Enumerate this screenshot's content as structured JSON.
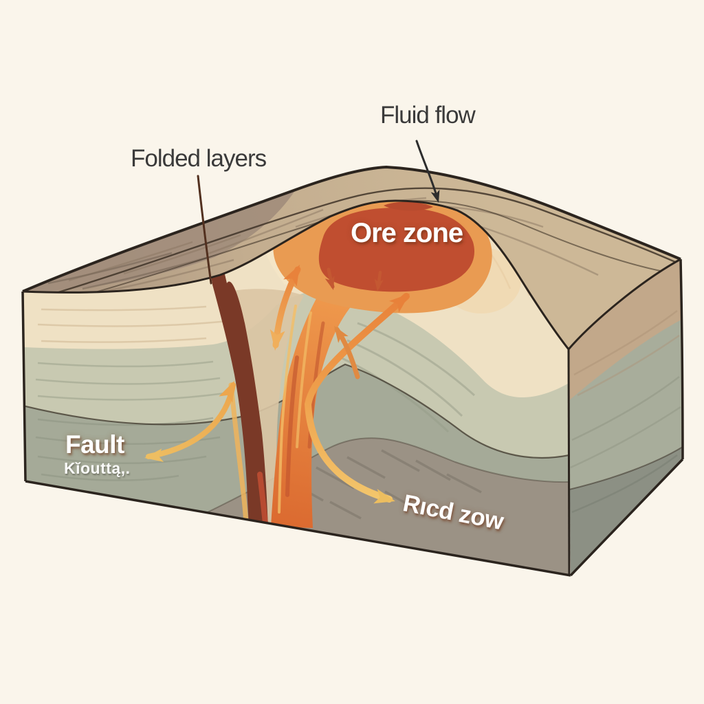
{
  "labels": {
    "fluid_flow": {
      "text": "Fluid flow"
    },
    "folded_layers": {
      "text": "Folded layers"
    },
    "ore_zone": {
      "text": "Ore zone"
    },
    "fault": {
      "text": "Fault"
    },
    "fault_subtext": {
      "text": "Kĭouttą,."
    },
    "fluid_zone": {
      "text": "Rıcd zow"
    }
  },
  "colors": {
    "background": "#FAF5EB",
    "outline": "#2B241E",
    "label_dark": "#3A3A3A",
    "label_white": "#FFFFFF",
    "top_tan": "#C8B295",
    "top_dark": "#A28D7C",
    "front_cream": "#EFE1C4",
    "front_sage": "#C8C9B1",
    "front_grey": "#A5AA98",
    "front_brown": "#9B9285",
    "right_tan": "#C2A88A",
    "right_sage": "#A8AD9B",
    "right_dark": "#8C9084",
    "fault_maroon": "#7A3927",
    "plume_top": "#EF9A4D",
    "plume_bottom": "#DB6A30",
    "ore_halo": "#E99B52",
    "ore_core": "#C04E30",
    "ore_neck": "#B84B2E",
    "upturned_beige": "#DAC5A4",
    "cream_wedge": "#F4E5C6",
    "arrow_orange": "#E8823B",
    "arrow_yellow": "#EAB85C",
    "pointer": "#2D2D2D"
  },
  "features": [
    "folded sedimentary block",
    "fault",
    "hydrothermal fluid plume",
    "ore zone",
    "fluid circulation arrows"
  ]
}
